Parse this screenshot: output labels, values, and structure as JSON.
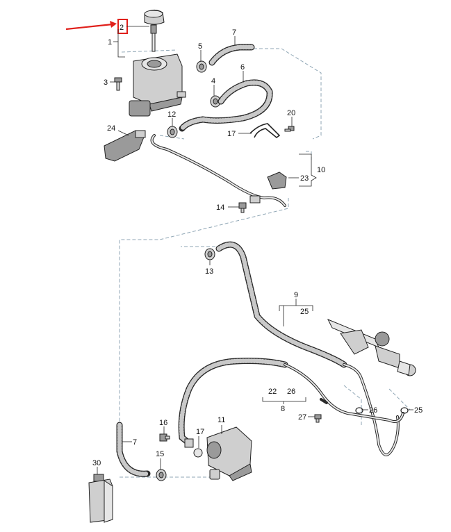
{
  "callouts": [
    {
      "id": "c1",
      "text": "1"
    },
    {
      "id": "c2",
      "text": "2"
    },
    {
      "id": "c3",
      "text": "3"
    },
    {
      "id": "c4",
      "text": "4"
    },
    {
      "id": "c5",
      "text": "5"
    },
    {
      "id": "c6",
      "text": "6"
    },
    {
      "id": "c7a",
      "text": "7"
    },
    {
      "id": "c7b",
      "text": "7"
    },
    {
      "id": "c8",
      "text": "8"
    },
    {
      "id": "c9",
      "text": "9"
    },
    {
      "id": "c10",
      "text": "10"
    },
    {
      "id": "c11",
      "text": "11"
    },
    {
      "id": "c12",
      "text": "12"
    },
    {
      "id": "c13",
      "text": "13"
    },
    {
      "id": "c14",
      "text": "14"
    },
    {
      "id": "c15",
      "text": "15"
    },
    {
      "id": "c16",
      "text": "16"
    },
    {
      "id": "c17a",
      "text": "17"
    },
    {
      "id": "c17b",
      "text": "17"
    },
    {
      "id": "c20",
      "text": "20"
    },
    {
      "id": "c22",
      "text": "22"
    },
    {
      "id": "c23",
      "text": "23"
    },
    {
      "id": "c24",
      "text": "24"
    },
    {
      "id": "c25a",
      "text": "25"
    },
    {
      "id": "c25b",
      "text": "25"
    },
    {
      "id": "c26a",
      "text": "26"
    },
    {
      "id": "c26b",
      "text": "26"
    },
    {
      "id": "c27",
      "text": "27"
    },
    {
      "id": "c30",
      "text": "30"
    }
  ],
  "colors": {
    "highlight": "#e0201b",
    "leader": "#222222",
    "dash": "#8fa6b5"
  }
}
